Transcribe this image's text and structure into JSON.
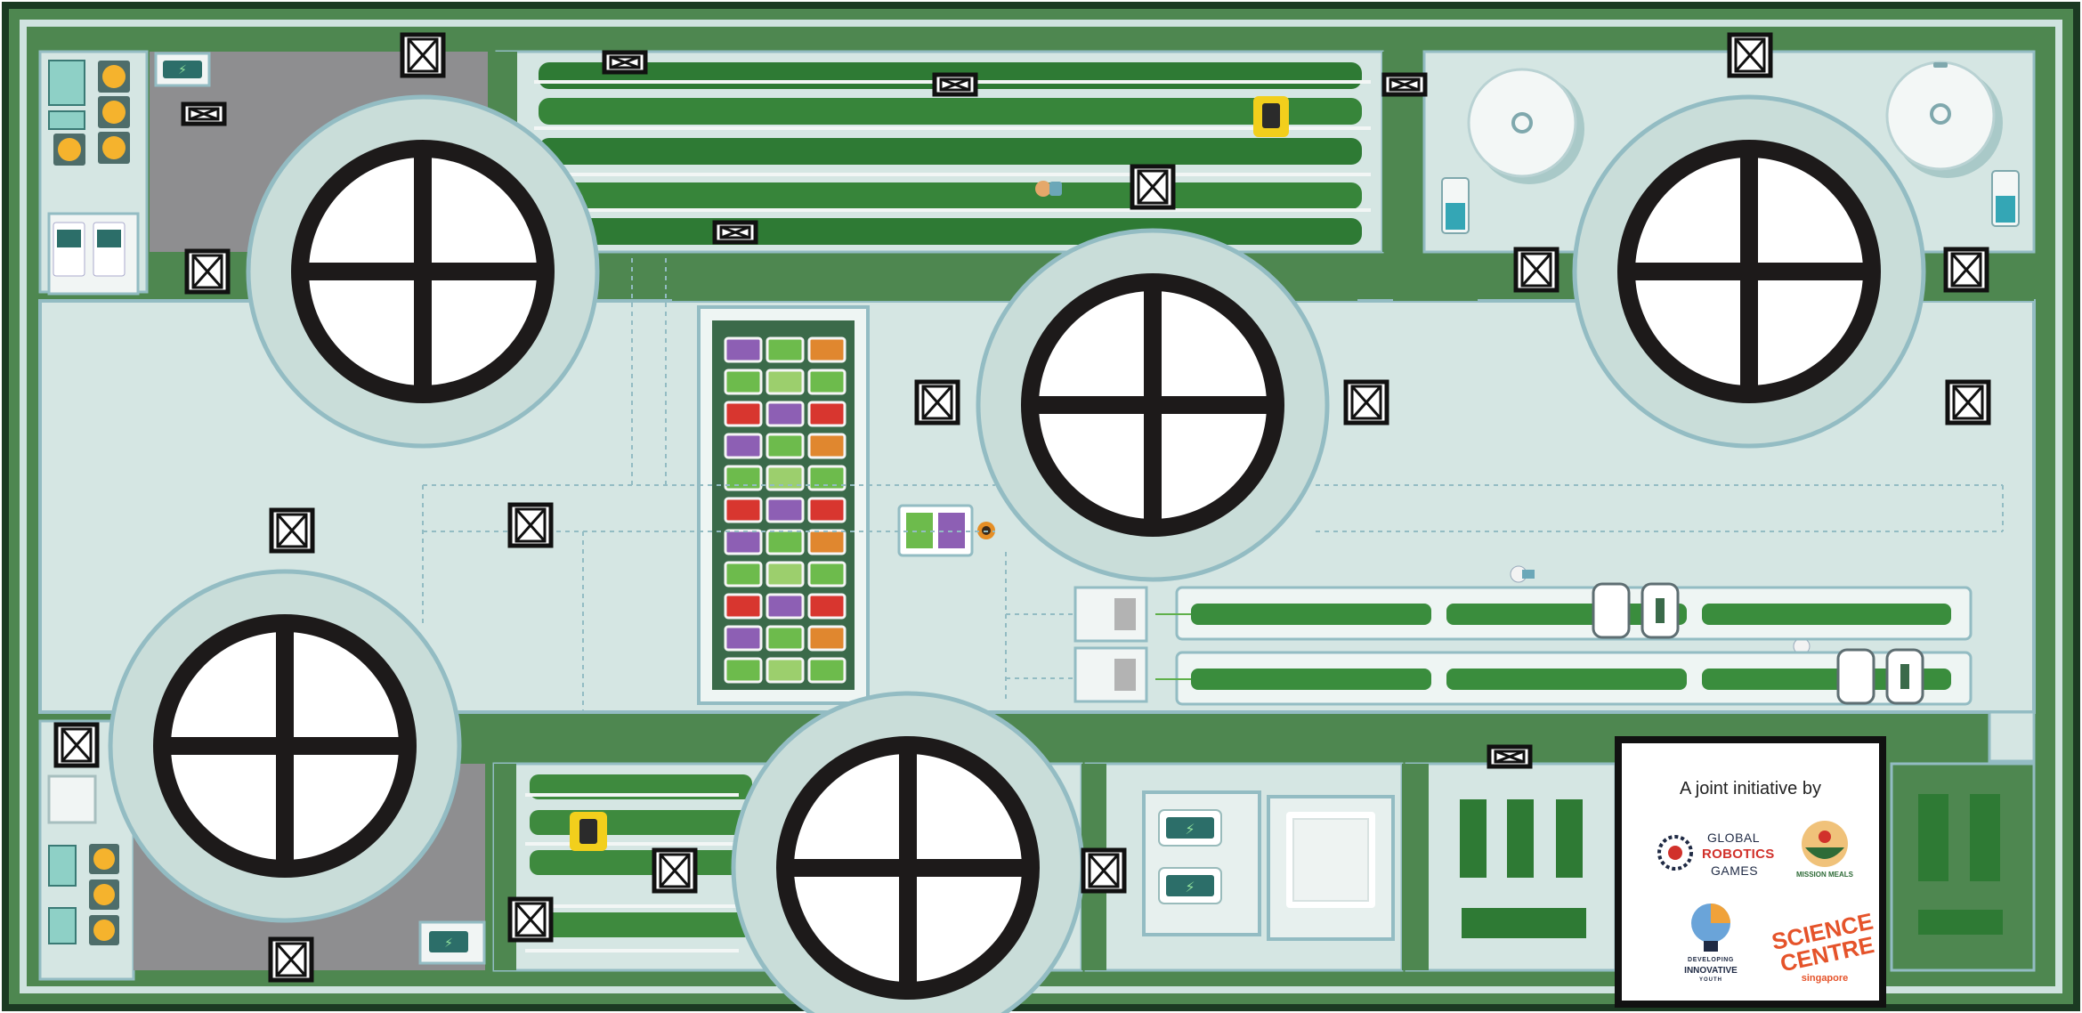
{
  "board": {
    "colors": {
      "border_dark": "#1b3a22",
      "wall_green": "#4e8750",
      "floor": "#d5e6e3",
      "zone_edge": "#93bcc3",
      "asphalt": "#8e8e90",
      "crop_dark": "#2e7a34",
      "crop_light": "#6dbb4c",
      "marker_black": "#111111",
      "robot_yellow": "#f2cf1c"
    },
    "objects": {
      "circles": [
        "target-circle",
        "target-circle",
        "target-circle",
        "target-circle",
        "target-circle"
      ],
      "markers": "box-x-marker",
      "icons": [
        "fan-unit-icon",
        "power-station-icon",
        "water-tank-icon",
        "water-bottle-icon",
        "robot-icon",
        "worker-icon",
        "crop-tray-icon",
        "cart-icon",
        "door-unit-icon"
      ]
    }
  },
  "sponsor": {
    "title": "A joint initiative by",
    "logos": {
      "grg_line1": "GLOBAL",
      "grg_line2": "ROBOTICS",
      "grg_line3": "GAMES",
      "mission_meals": "MISSION MEALS",
      "diy_line1": "DEVELOPING",
      "diy_line2": "INNOVATIVE",
      "diy_line3": "YOUTH",
      "sc_line1": "SCIENCE CENTRE",
      "sc_line2": "singapore"
    }
  }
}
